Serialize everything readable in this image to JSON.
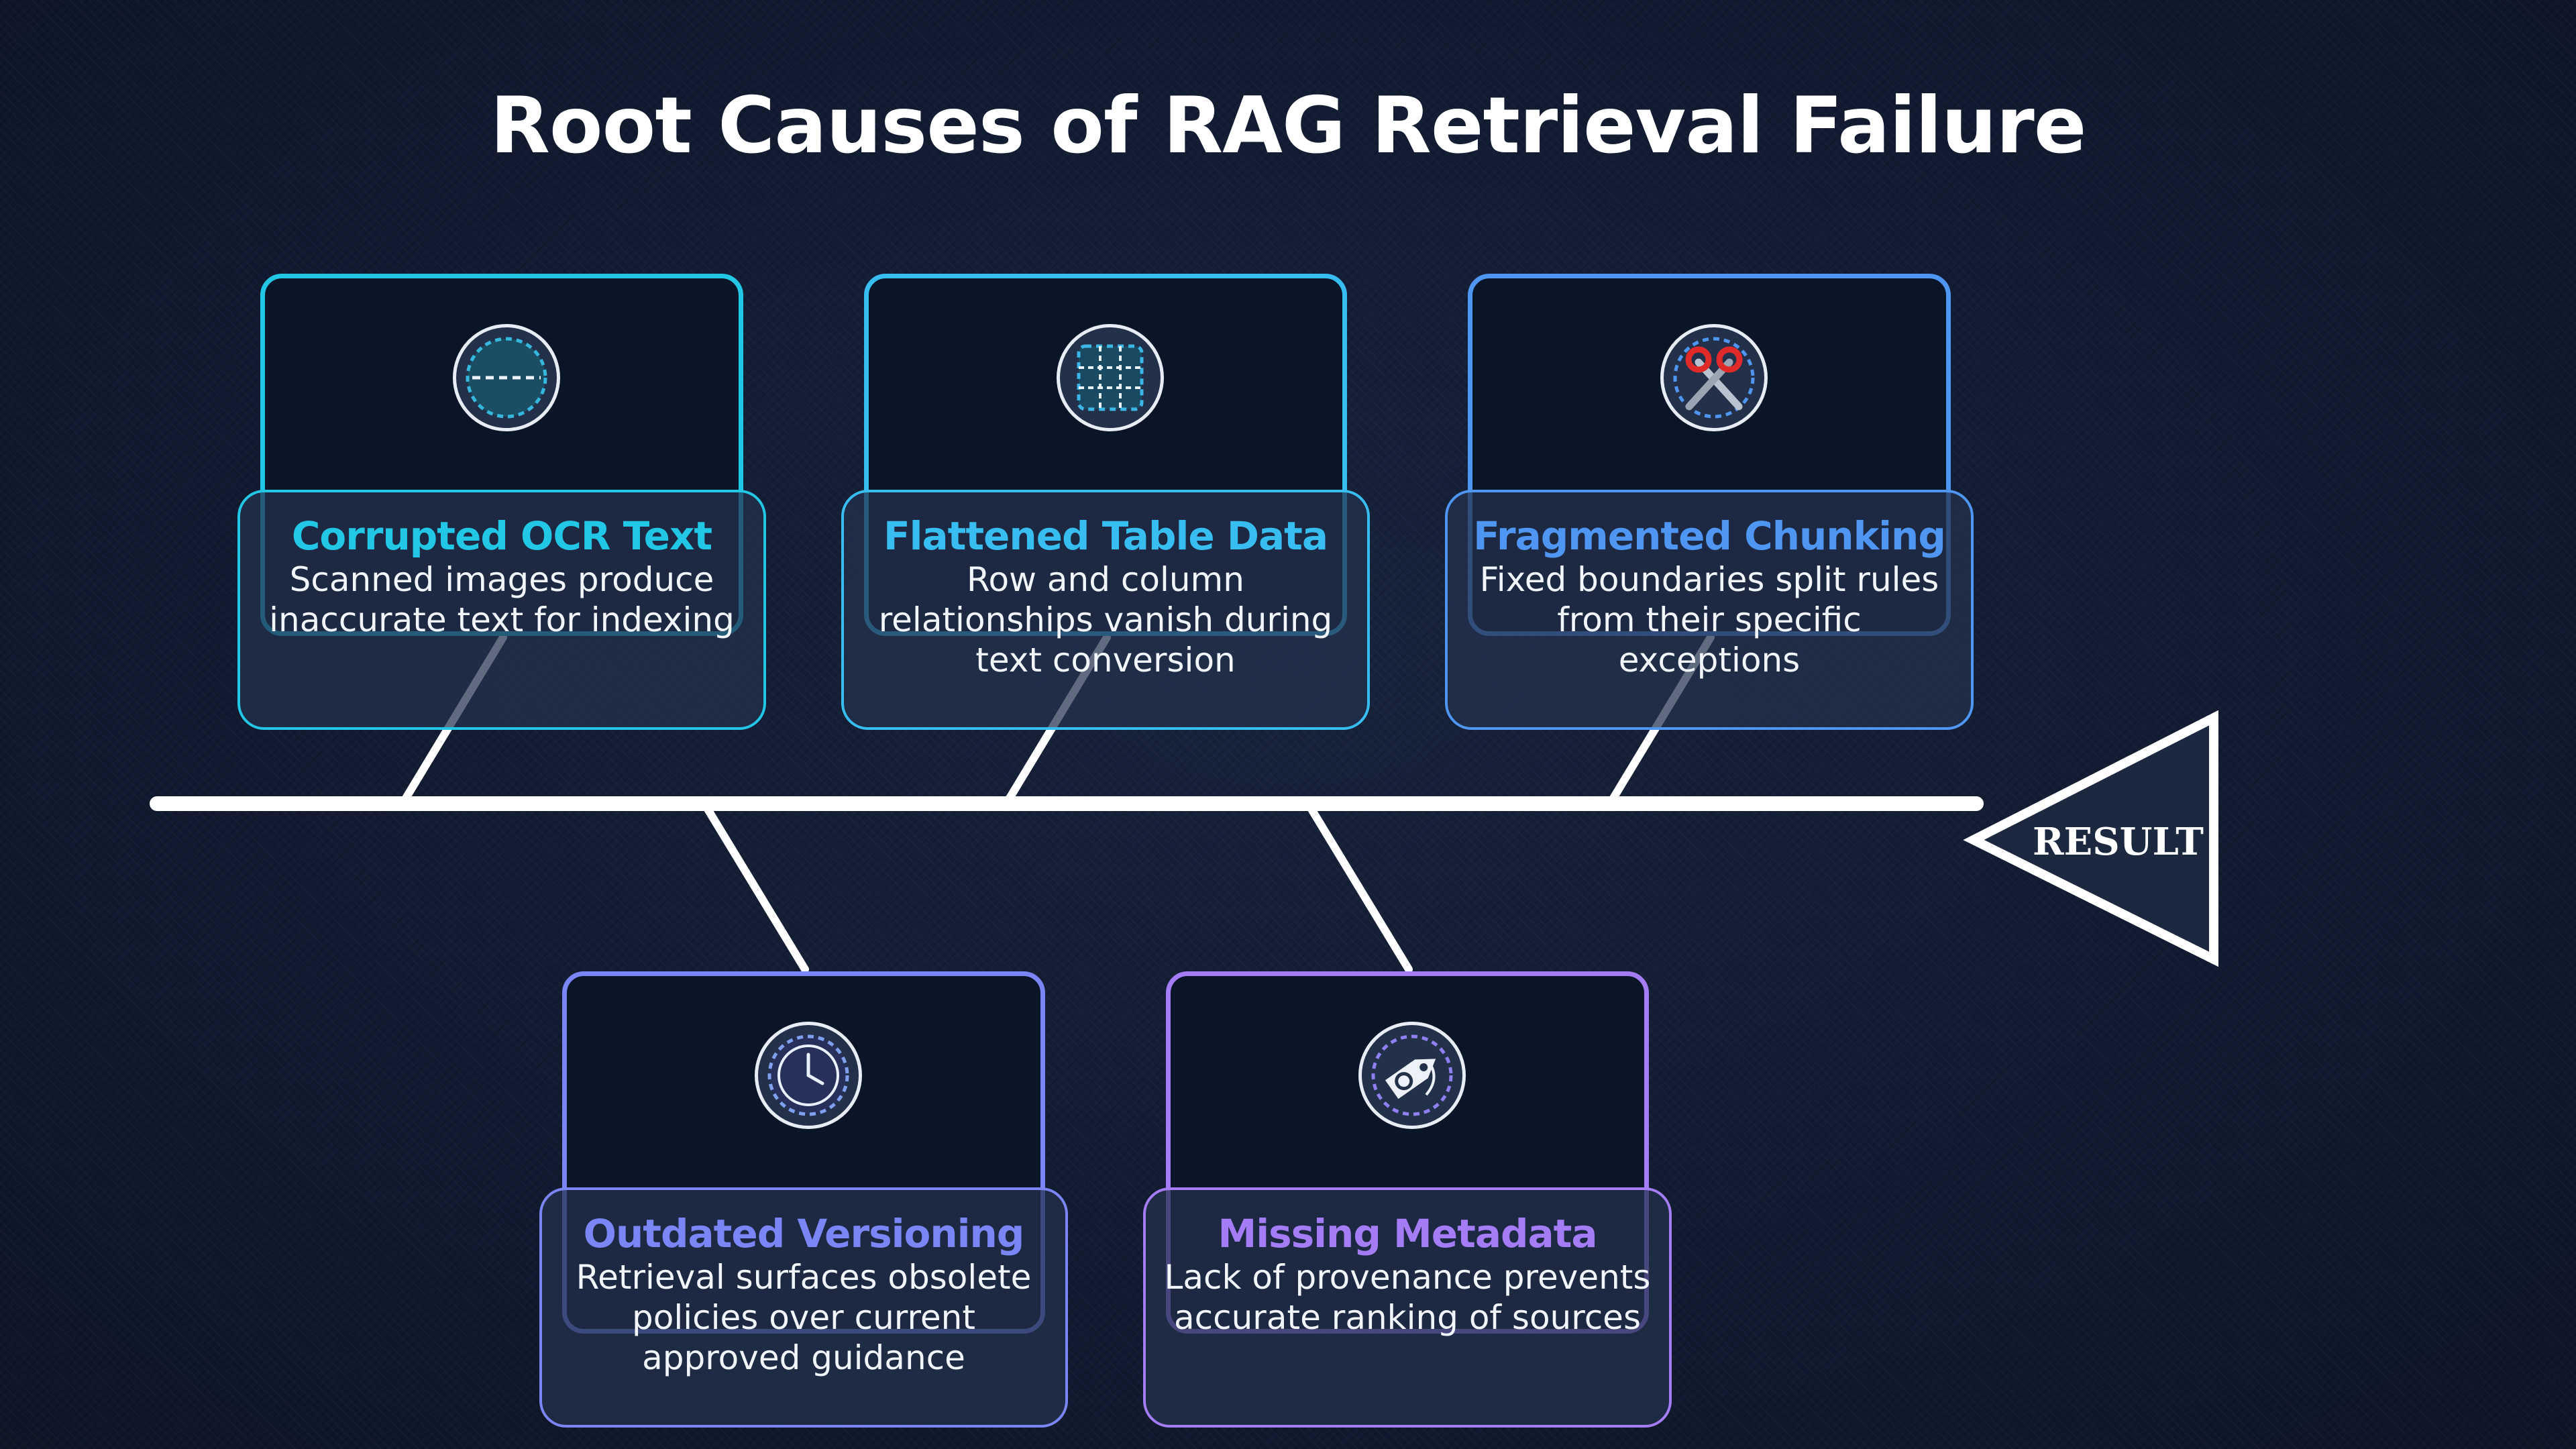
{
  "title": "Root Causes of RAG Retrieval Failure",
  "result_label": "RESULT",
  "colors": {
    "background": "#111a2f",
    "spine": "#ffffff",
    "ocr": "#22c7e6",
    "table": "#38bdf0",
    "chunking": "#4f95f2",
    "versioning": "#7b86f6",
    "metadata": "#a37cf6"
  },
  "causes": [
    {
      "title": "Corrupted OCR Text",
      "description": "Scanned images produce inaccurate text for indexing",
      "icon": "scanned-document-icon"
    },
    {
      "title": "Flattened Table Data",
      "description": "Row and column relationships vanish during text conversion",
      "icon": "table-grid-icon"
    },
    {
      "title": "Fragmented Chunking",
      "description": "Fixed boundaries split rules from their specific exceptions",
      "icon": "scissors-icon"
    },
    {
      "title": "Outdated Versioning",
      "description": "Retrieval surfaces obsolete policies over current approved guidance",
      "icon": "clock-icon"
    },
    {
      "title": "Missing Metadata",
      "description": "Lack of provenance prevents accurate ranking of sources",
      "icon": "tag-icon"
    }
  ]
}
